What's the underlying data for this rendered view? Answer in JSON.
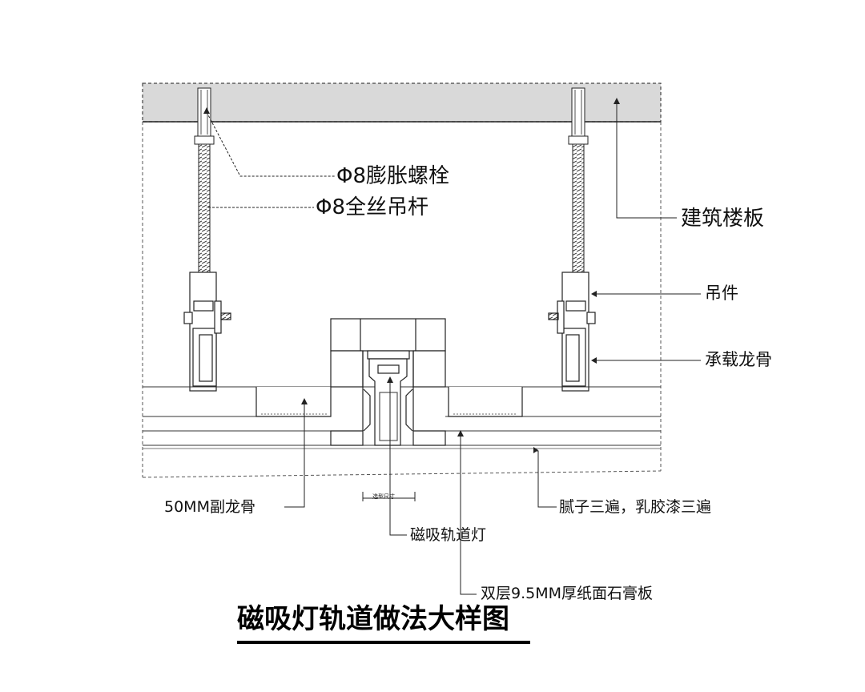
{
  "title": "磁吸灯轨道做法大样图",
  "labels": {
    "bolt": "Φ8膨胀螺栓",
    "rod": "Φ8全丝吊杆",
    "floor_slab": "建筑楼板",
    "hanger": "吊件",
    "main_keel": "承载龙骨",
    "sub_keel": "50MM副龙骨",
    "finish": "腻子三遍，乳胶漆三遍",
    "track_light": "磁吸轨道灯",
    "gypsum_board": "双层9.5MM厚纸面石膏板",
    "dimension_note": "选型尺寸"
  },
  "colors": {
    "slab_fill": "#d9d9d9",
    "line": "#222222",
    "text": "#111111"
  }
}
